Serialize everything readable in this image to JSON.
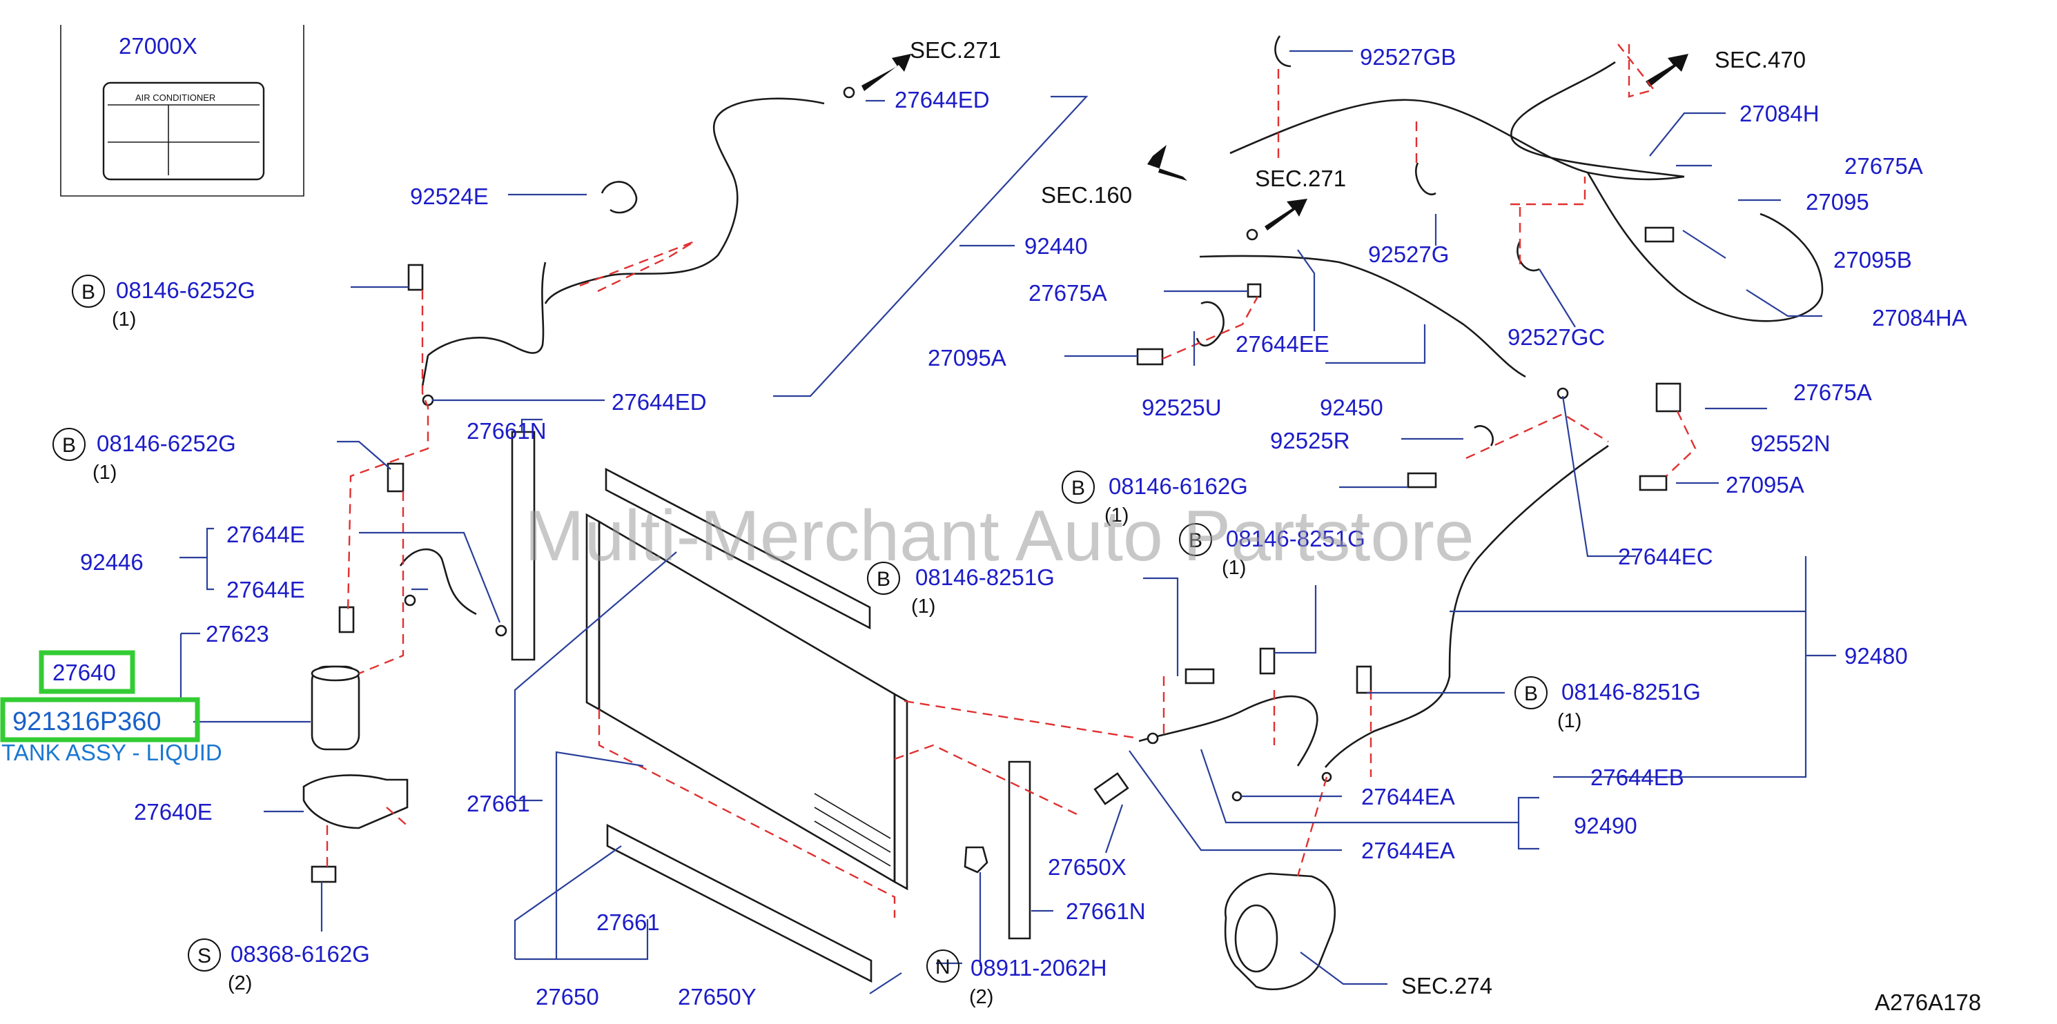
{
  "label_panel": {
    "part_no": "27000X",
    "caption": "AIR    CONDITIONER"
  },
  "callouts": {
    "sec271_top": "SEC.271",
    "27644ED_top": "27644ED",
    "92524E": "92524E",
    "sec160": "SEC.160",
    "92440": "92440",
    "b1_part": "08146-6252G",
    "b1_qty": "(1)",
    "27644ED_mid": "27644ED",
    "b2_part": "08146-6252G",
    "b2_qty": "(1)",
    "27661N_top": "27661N",
    "27644E_a": "27644E",
    "92446": "92446",
    "27644E_b": "27644E",
    "27623": "27623",
    "27640": "27640",
    "921316P360": "921316P360",
    "tank_desc": "TANK ASSY - LIQUID",
    "27640E": "27640E",
    "27661_left": "27661",
    "s_part": "08368-6162G",
    "s_qty": "(2)",
    "27661_bottom": "27661",
    "27650": "27650",
    "27650Y": "27650Y",
    "n_part": "08911-2062H",
    "n_qty": "(2)",
    "27661N_bottom": "27661N",
    "27650X": "27650X",
    "b3_part": "08146-8251G",
    "b3_qty": "(1)",
    "92527GB": "92527GB",
    "sec470": "SEC.470",
    "27084H": "27084H",
    "27675A_1": "27675A",
    "27095": "27095",
    "27095B": "27095B",
    "27084HA": "27084HA",
    "sec271_mid": "SEC.271",
    "92527G": "92527G",
    "92527GC": "92527GC",
    "27675A_2": "27675A",
    "27095A_1": "27095A",
    "27644EE": "27644EE",
    "92525U": "92525U",
    "92450": "92450",
    "27675A_3": "27675A",
    "92525R": "92525R",
    "92552N": "92552N",
    "27095A_2": "27095A",
    "b4_part": "08146-6162G",
    "b4_qty": "(1)",
    "b5_part": "08146-8251G",
    "b5_qty": "(1)",
    "27644EC": "27644EC",
    "92480": "92480",
    "b6_part": "08146-8251G",
    "b6_qty": "(1)",
    "27644EB": "27644EB",
    "27644EA_1": "27644EA",
    "92490": "92490",
    "27644EA_2": "27644EA",
    "sec274": "SEC.274",
    "diagram_id": "A276A178"
  },
  "markers": {
    "bolt": "B",
    "screw": "S",
    "nut": "N"
  },
  "watermark": "Multi-Merchant Auto Partstore",
  "colors": {
    "label_blue": "#1c1cc8",
    "leader_line": "#2a3f9a",
    "dashed_red": "#e03030",
    "highlight_green": "#33cc33",
    "highlight_text": "#1860c8"
  }
}
